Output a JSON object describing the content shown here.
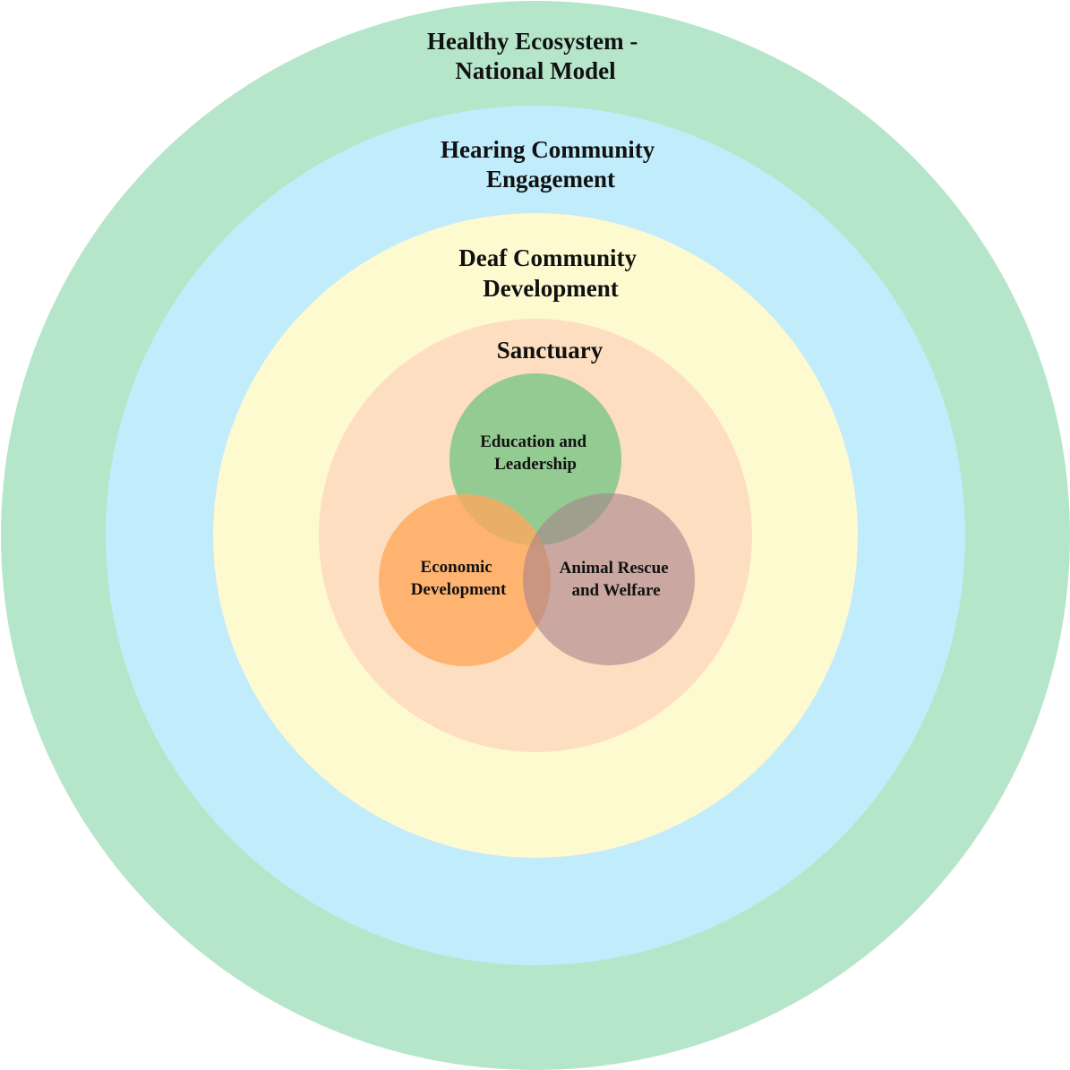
{
  "diagram": {
    "rings": [
      {
        "id": "ecosystem",
        "label_lines": [
          "Healthy Ecosystem -",
          "National Model"
        ],
        "color": "#b6e6c9"
      },
      {
        "id": "hearing",
        "label_lines": [
          "Hearing Community",
          "Engagement"
        ],
        "color": "#c0ecfb"
      },
      {
        "id": "deaf",
        "label_lines": [
          "Deaf Community",
          "Development"
        ],
        "color": "#fefad0"
      },
      {
        "id": "sanctuary",
        "label_lines": [
          "Sanctuary"
        ],
        "color": "#fddec0"
      }
    ],
    "venn": [
      {
        "id": "education",
        "label_lines": [
          "Education and",
          "Leadership"
        ],
        "color": "#78c586"
      },
      {
        "id": "economic",
        "label_lines": [
          "Economic",
          "Development"
        ],
        "color": "#ffa85c"
      },
      {
        "id": "animal",
        "label_lines": [
          "Animal Rescue",
          "and Welfare"
        ],
        "color": "#a9828b"
      }
    ]
  }
}
